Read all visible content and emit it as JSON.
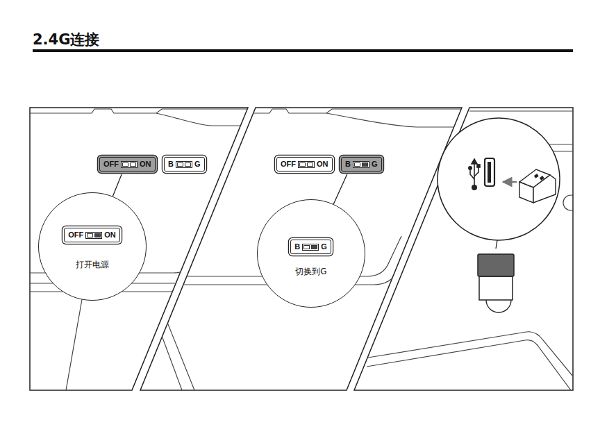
{
  "diagram": {
    "title": "2.4G连接",
    "nodes": [
      {
        "text": [
          "OFF",
          "ON"
        ]
      },
      {
        "text": [
          "B",
          "G"
        ]
      },
      {
        "text": [
          "打开电源"
        ]
      },
      {
        "text": [
          "OFF",
          "ON"
        ],
        "in": 2
      },
      {
        "text": [
          "OFF",
          "ON"
        ]
      },
      {
        "text": [
          "B",
          "G"
        ]
      },
      {
        "text": [
          "切换到G"
        ]
      },
      {
        "text": [
          "B",
          "G"
        ],
        "in": 6
      }
    ],
    "edges": [
      {
        "from": 2,
        "to": 0,
        "arrow": "none"
      },
      {
        "from": 6,
        "to": 5,
        "arrow": "none"
      }
    ]
  }
}
